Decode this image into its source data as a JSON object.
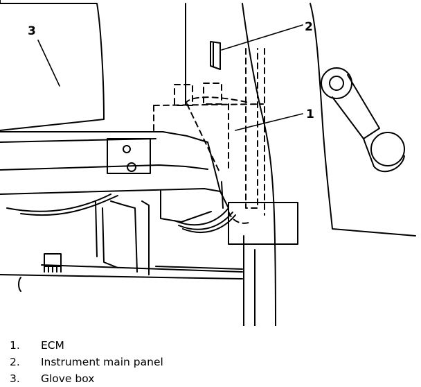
{
  "callouts": [
    {
      "num": "1",
      "target": "ECM"
    },
    {
      "num": "2",
      "target": "Instrument main panel"
    },
    {
      "num": "3",
      "target": "Glove box"
    }
  ],
  "legend": [
    {
      "num": "1.",
      "label": "ECM"
    },
    {
      "num": "2.",
      "label": "Instrument main panel"
    },
    {
      "num": "3.",
      "label": "Glove box"
    }
  ]
}
